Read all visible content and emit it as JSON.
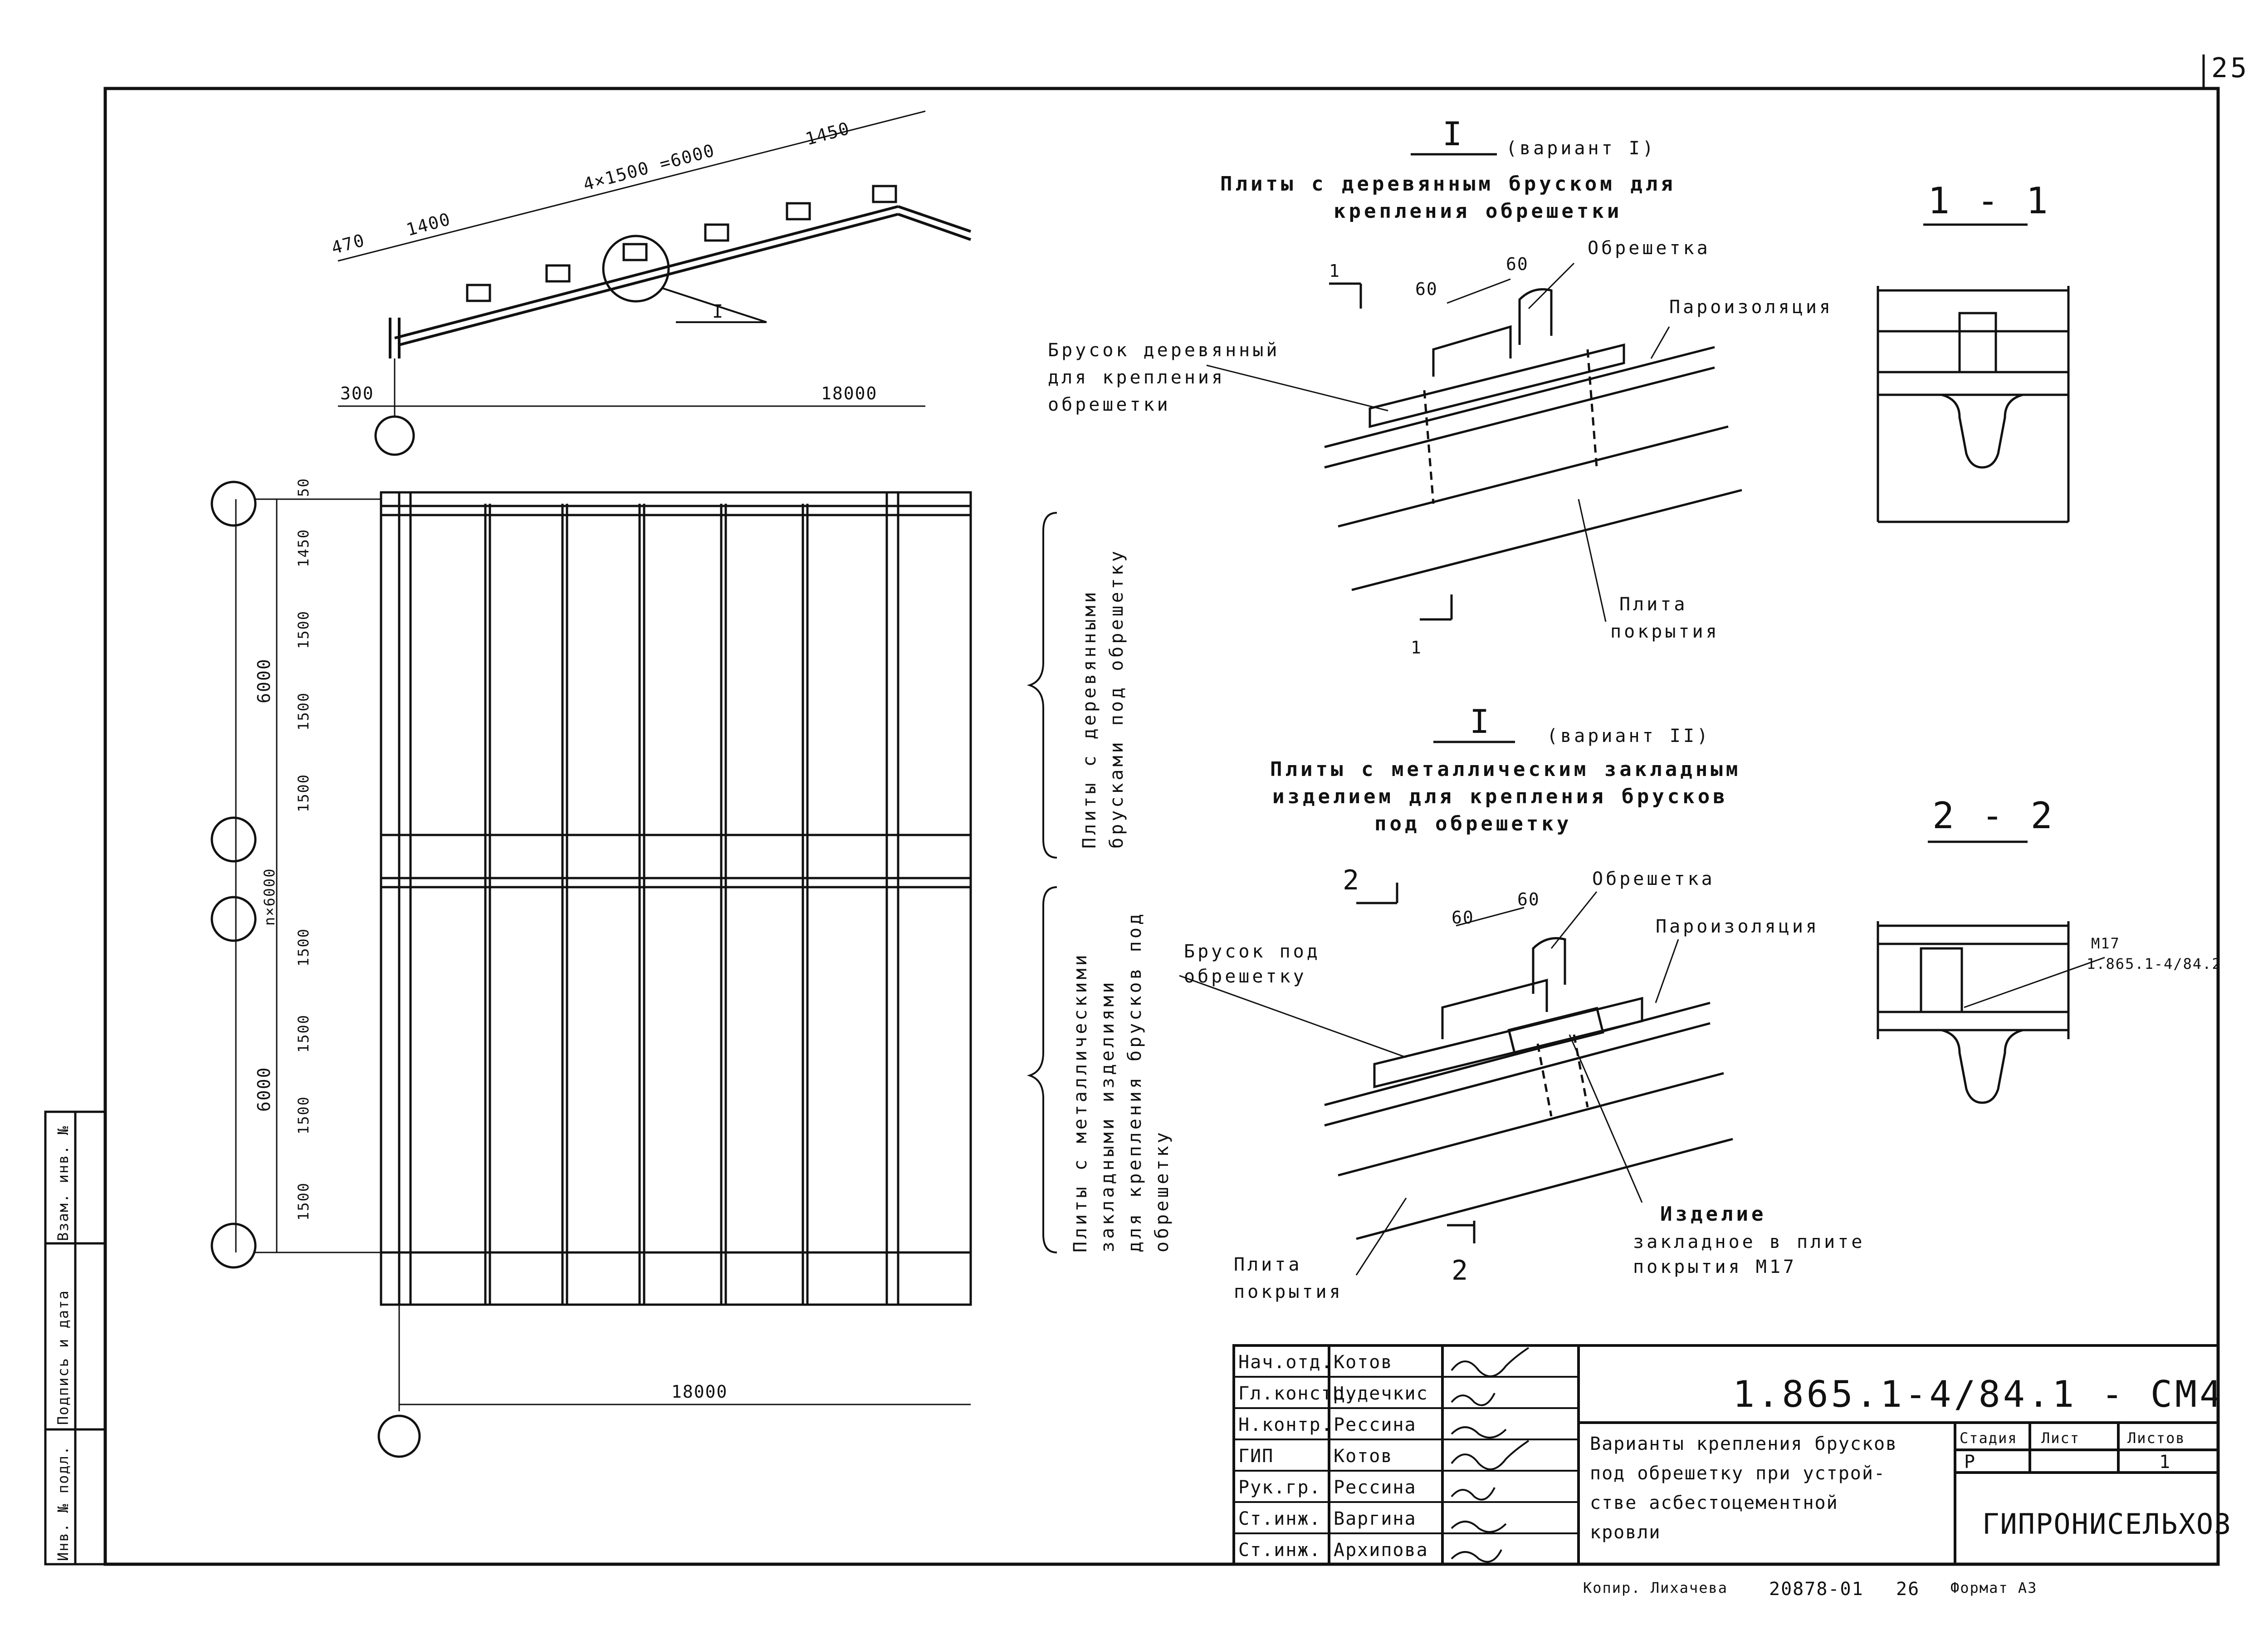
{
  "sheet_number": "25",
  "elevation": {
    "dims": {
      "d470": "470",
      "d1400": "1400",
      "d_main": "4×1500 =6000",
      "d1450": "1450",
      "d300": "300",
      "d18000": "18000"
    },
    "callout": "I"
  },
  "plan": {
    "left_dims": [
      "50",
      "1450",
      "1500",
      "1500",
      "1500",
      "1500",
      "1500",
      "1500",
      "1500"
    ],
    "left_totals": [
      "6000",
      "n×6000",
      "6000"
    ],
    "bottom_dim": "18000"
  },
  "plan_labels": {
    "upper": [
      "Плиты с деревянными",
      "брусками под обрешетку"
    ],
    "lower": [
      "Плиты с металлическими",
      "закладными изделиями",
      "для крепления брусков под",
      "обрешетку"
    ]
  },
  "variant1": {
    "mark": "I",
    "variant": "(вариант I)",
    "title": [
      "Плиты с деревянным бруском для",
      "крепления обрешетки"
    ],
    "labels": {
      "obreshetka": "Обрешетка",
      "paroizol": "Пароизоляция",
      "brusok": [
        "Брусок деревянный",
        "для крепления",
        "обрешетки"
      ],
      "plita": [
        "Плита",
        "покрытия"
      ]
    },
    "dims": [
      "60",
      "60"
    ],
    "section_marks": [
      "1",
      "1"
    ]
  },
  "variant2": {
    "mark": "I",
    "variant": "(вариант II)",
    "title": [
      "Плиты с металлическим закладным",
      "изделием для крепления брусков",
      "под обрешетку"
    ],
    "labels": {
      "obreshetka": "Обрешетка",
      "paroizol": "Пароизоляция",
      "brusok": [
        "Брусок под",
        "обрешетку"
      ],
      "izdelie": [
        "Изделие",
        "закладное в плите",
        "покрытия М17"
      ],
      "plita": [
        "Плита",
        "покрытия"
      ]
    },
    "dims": [
      "60",
      "60"
    ],
    "section_marks": [
      "2",
      "2"
    ]
  },
  "section1": {
    "title": "1 - 1"
  },
  "section2": {
    "title": "2 - 2",
    "label": [
      "М17",
      "1.865.1-4/84.2"
    ]
  },
  "side_stamp": [
    "Инв. № подл.",
    "Подпись и дата",
    "Взам. инв. №"
  ],
  "title_block": {
    "code": "1.865.1-4/84.1 - СМ4",
    "rows": [
      {
        "role": "Нач.отд.",
        "name": "Котов"
      },
      {
        "role": "Гл.констр.",
        "name": "Цудечкис"
      },
      {
        "role": "Н.контр.",
        "name": "Рессина"
      },
      {
        "role": "ГИП",
        "name": "Котов"
      },
      {
        "role": "Рук.гр.",
        "name": "Рессина"
      },
      {
        "role": "Ст.инж.",
        "name": "Варгина"
      },
      {
        "role": "Ст.инж.",
        "name": "Архипова"
      }
    ],
    "description": [
      "Варианты крепления брусков",
      "под обрешетку при устрой-",
      "стве асбестоцементной",
      "кровли"
    ],
    "stage_header": [
      "Стадия",
      "Лист",
      "Листов"
    ],
    "stage_values": [
      "Р",
      "",
      "1"
    ],
    "org": "ГИПРОНИСЕЛЬХОЗ"
  },
  "footer": {
    "copied": "Копир. Лихачева",
    "order": "20878-01",
    "page": "26",
    "format": "Формат А3"
  }
}
